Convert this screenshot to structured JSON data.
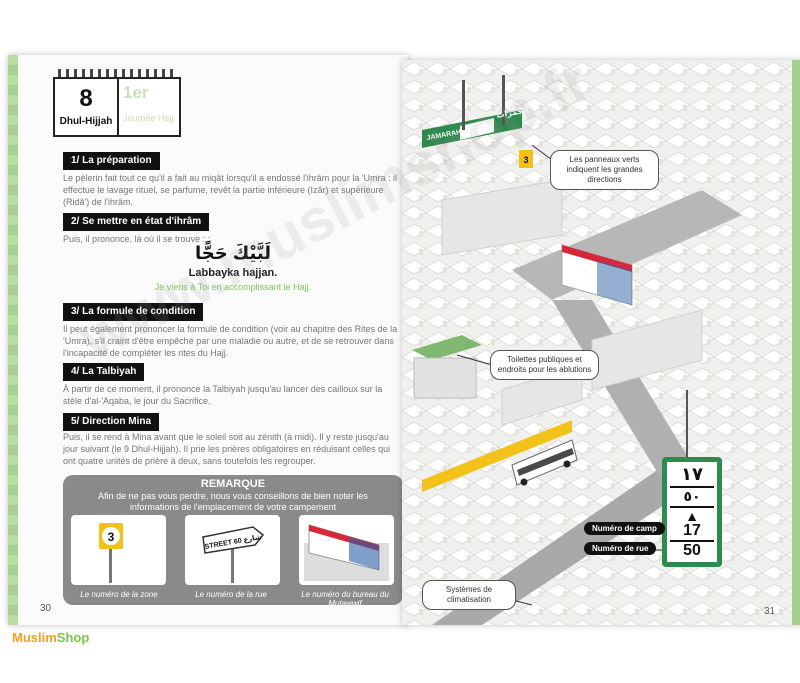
{
  "left_page": {
    "date": {
      "number": "8",
      "month": "Dhul-Hijjah",
      "ordinal": "1er",
      "ordinal_sub": "Journée Hajj"
    },
    "sections": [
      {
        "title": "1/ La préparation",
        "text": "Le pèlerin fait tout ce qu'il a fait au miqât lorsqu'il a endossé l'ihrâm pour la 'Umra : il effectue le lavage rituel, se parfume, revêt la partie inférieure (Izâr) et supérieure (Ridâ') de l'ihrâm."
      },
      {
        "title": "2/ Se mettre en état d'ihrâm",
        "text": "Puis, il prononce, là où il se trouve : :"
      },
      {
        "title": "3/ La formule de condition",
        "text": "Il peut également prononcer la formule de condition (voir au chapitre des Rites de la 'Umra), s'il craint d'être empêché par une maladie ou autre, et de se retrouver dans l'incapacité de compléter les rites du Hajj."
      },
      {
        "title": "4/ La Talbiyah",
        "text": "À partir de ce moment, il prononce la Talbiyah jusqu'au lancer des cailloux sur la stèle d'al-'Aqaba, le jour du Sacrifice."
      },
      {
        "title": "5/ Direction Mina",
        "text": "Puis, il se rend à Mina avant que le soleil soit au zénith (à midi). Il y reste jusqu'au jour suivant (le 9 Dhul-Hijjah). Il prie les prières obligatoires en réduisant celles qui ont quatre unités de prière à deux, sans toutefois les regrouper."
      }
    ],
    "arabic": "لَبَّيْكَ حَجًّا",
    "transliteration": "Labbayka hajjan.",
    "translation": "Je viens à Toi en accomplissant le Hajj.",
    "remarque": {
      "title": "REMARQUE",
      "body": "Afin de ne pas vous perdre, nous vous conseillons de bien noter les informations de l'emplacement de votre campement",
      "captions": [
        "Le numéro de la zone",
        "Le numéro de la rue",
        "Le numéro du bureau du Mutawwif"
      ],
      "zone_sign": "3",
      "street_sign": "STREET 60 شارع"
    },
    "page_number": "30",
    "logo_a": "Muslim",
    "logo_b": "Shop"
  },
  "right_page": {
    "callouts": {
      "green_signs": "Les panneaux verts indiquent les grandes directions",
      "toilets": "Toilettes publiques et endroits pour les ablutions",
      "ac": "Systèmes de climatisation"
    },
    "road_sign": {
      "arabic": "الجمرات",
      "latin": "JAMARAH"
    },
    "zone_marker": "3",
    "camp_sign": {
      "line1": "١٧",
      "line2": "٥٠",
      "line3": "17",
      "line4": "50"
    },
    "labels": {
      "camp": "Numéro de camp",
      "street": "Numéro de rue"
    },
    "page_number": "31"
  },
  "watermark": "www.muslimshop.fr"
}
